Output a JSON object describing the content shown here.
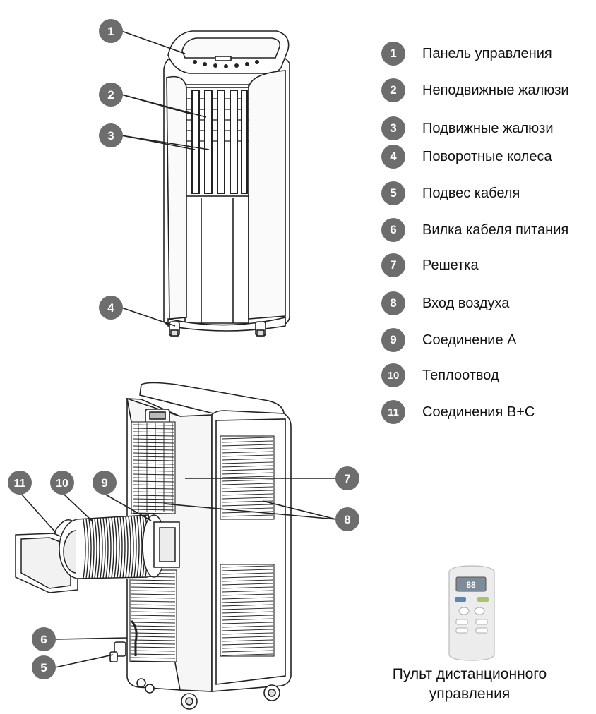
{
  "callouts": [
    {
      "num": "1",
      "label": "Панель управления"
    },
    {
      "num": "2",
      "label": "Неподвижные жалюзи"
    },
    {
      "num": "3",
      "label": "Подвижные жалюзи"
    },
    {
      "num": "4",
      "label": "Поворотные колеса"
    },
    {
      "num": "5",
      "label": "Подвес кабеля"
    },
    {
      "num": "6",
      "label": "Вилка кабеля питания"
    },
    {
      "num": "7",
      "label": "Решетка"
    },
    {
      "num": "8",
      "label": "Вход воздуха"
    },
    {
      "num": "9",
      "label": "Соединение А"
    },
    {
      "num": "10",
      "label": "Теплоотвод"
    },
    {
      "num": "11",
      "label": "Соединения В+С"
    }
  ],
  "remote": {
    "caption_line1": "Пульт дистанционного",
    "caption_line2": "управления",
    "display": "88"
  },
  "colors": {
    "badge": "#6d6d6d",
    "line": "#222222"
  }
}
